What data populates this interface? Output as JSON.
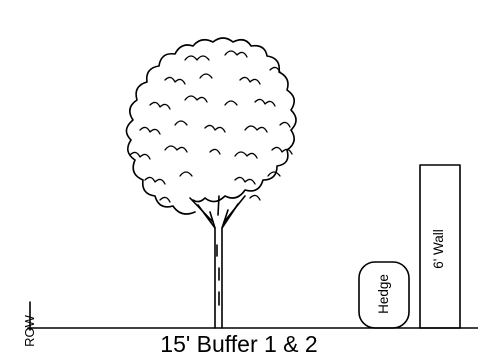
{
  "labels": {
    "row": "ROW",
    "hedge": "Hedge",
    "wall": "6' Wall",
    "caption": "15' Buffer 1 & 2"
  },
  "colors": {
    "line": "#000000",
    "background": "#ffffff"
  }
}
